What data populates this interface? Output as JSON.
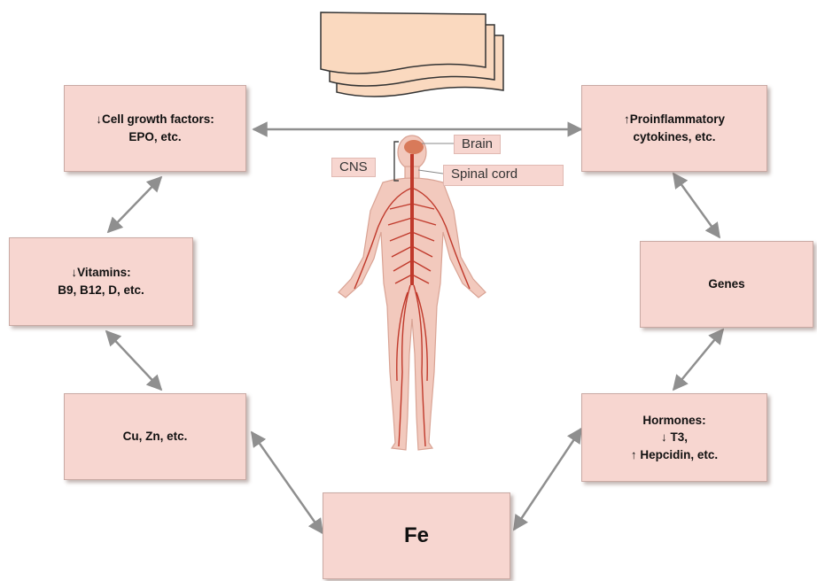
{
  "nodes": {
    "cell_growth": {
      "line1": "↓Cell growth factors:",
      "line2": "EPO, etc."
    },
    "proinflammatory": {
      "line1": "↑Proinflammatory",
      "line2": "cytokines, etc."
    },
    "vitamins": {
      "line1": "↓Vitamins:",
      "line2": "B9, B12, D, etc."
    },
    "genes": {
      "line1": "Genes"
    },
    "minerals": {
      "line1": "Cu, Zn, etc."
    },
    "hormones": {
      "line1": "Hormones:",
      "line2": "↓ T3,",
      "line3": "↑ Hepcidin, etc."
    },
    "fe": {
      "line1": "Fe"
    }
  },
  "body_labels": {
    "cns": "CNS",
    "brain": "Brain",
    "spinal_cord": "Spinal cord"
  },
  "colors": {
    "box_fill": "#f7d6d0",
    "box_border": "#c9a9a3",
    "arrow": "#8f8f8f",
    "nerve": "#c0392b",
    "skin": "#f2c9bd",
    "skin_outline": "#d9a394",
    "doc_fill": "#fad9bf"
  }
}
